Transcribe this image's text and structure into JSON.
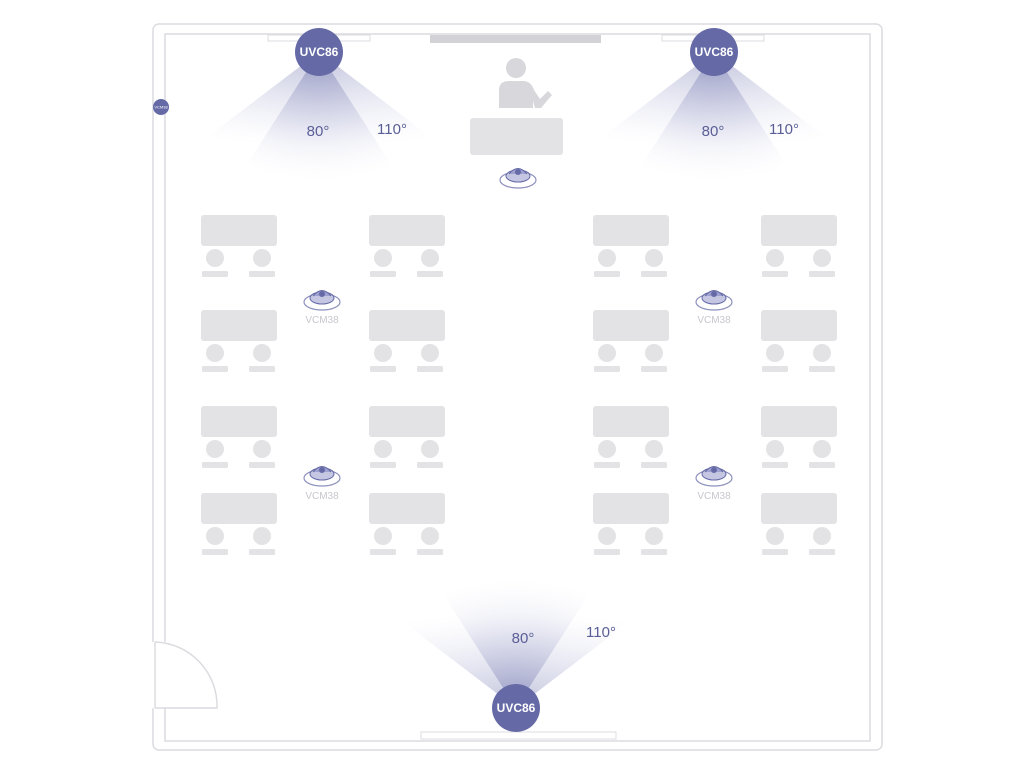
{
  "room": {
    "wall_color": "#d9d9de",
    "furniture_color": "#e3e3e6",
    "accent_color": "#656aa6"
  },
  "cameras": [
    {
      "label": "UVC86",
      "angle_narrow": "80°",
      "angle_wide": "110°"
    },
    {
      "label": "UVC86",
      "angle_narrow": "80°",
      "angle_wide": "110°"
    },
    {
      "label": "UVC86",
      "angle_narrow": "80°",
      "angle_wide": "110°"
    }
  ],
  "microphones": [
    {
      "label": ""
    },
    {
      "label": "VCM38"
    },
    {
      "label": "VCM38"
    },
    {
      "label": "VCM38"
    },
    {
      "label": "VCM38"
    }
  ],
  "wall_device": {
    "label": "VCM38"
  },
  "icons": {
    "camera": "ceiling-camera-icon",
    "microphone": "ceiling-microphone-icon",
    "presenter": "presenter-icon",
    "seat": "person-seat-icon"
  }
}
